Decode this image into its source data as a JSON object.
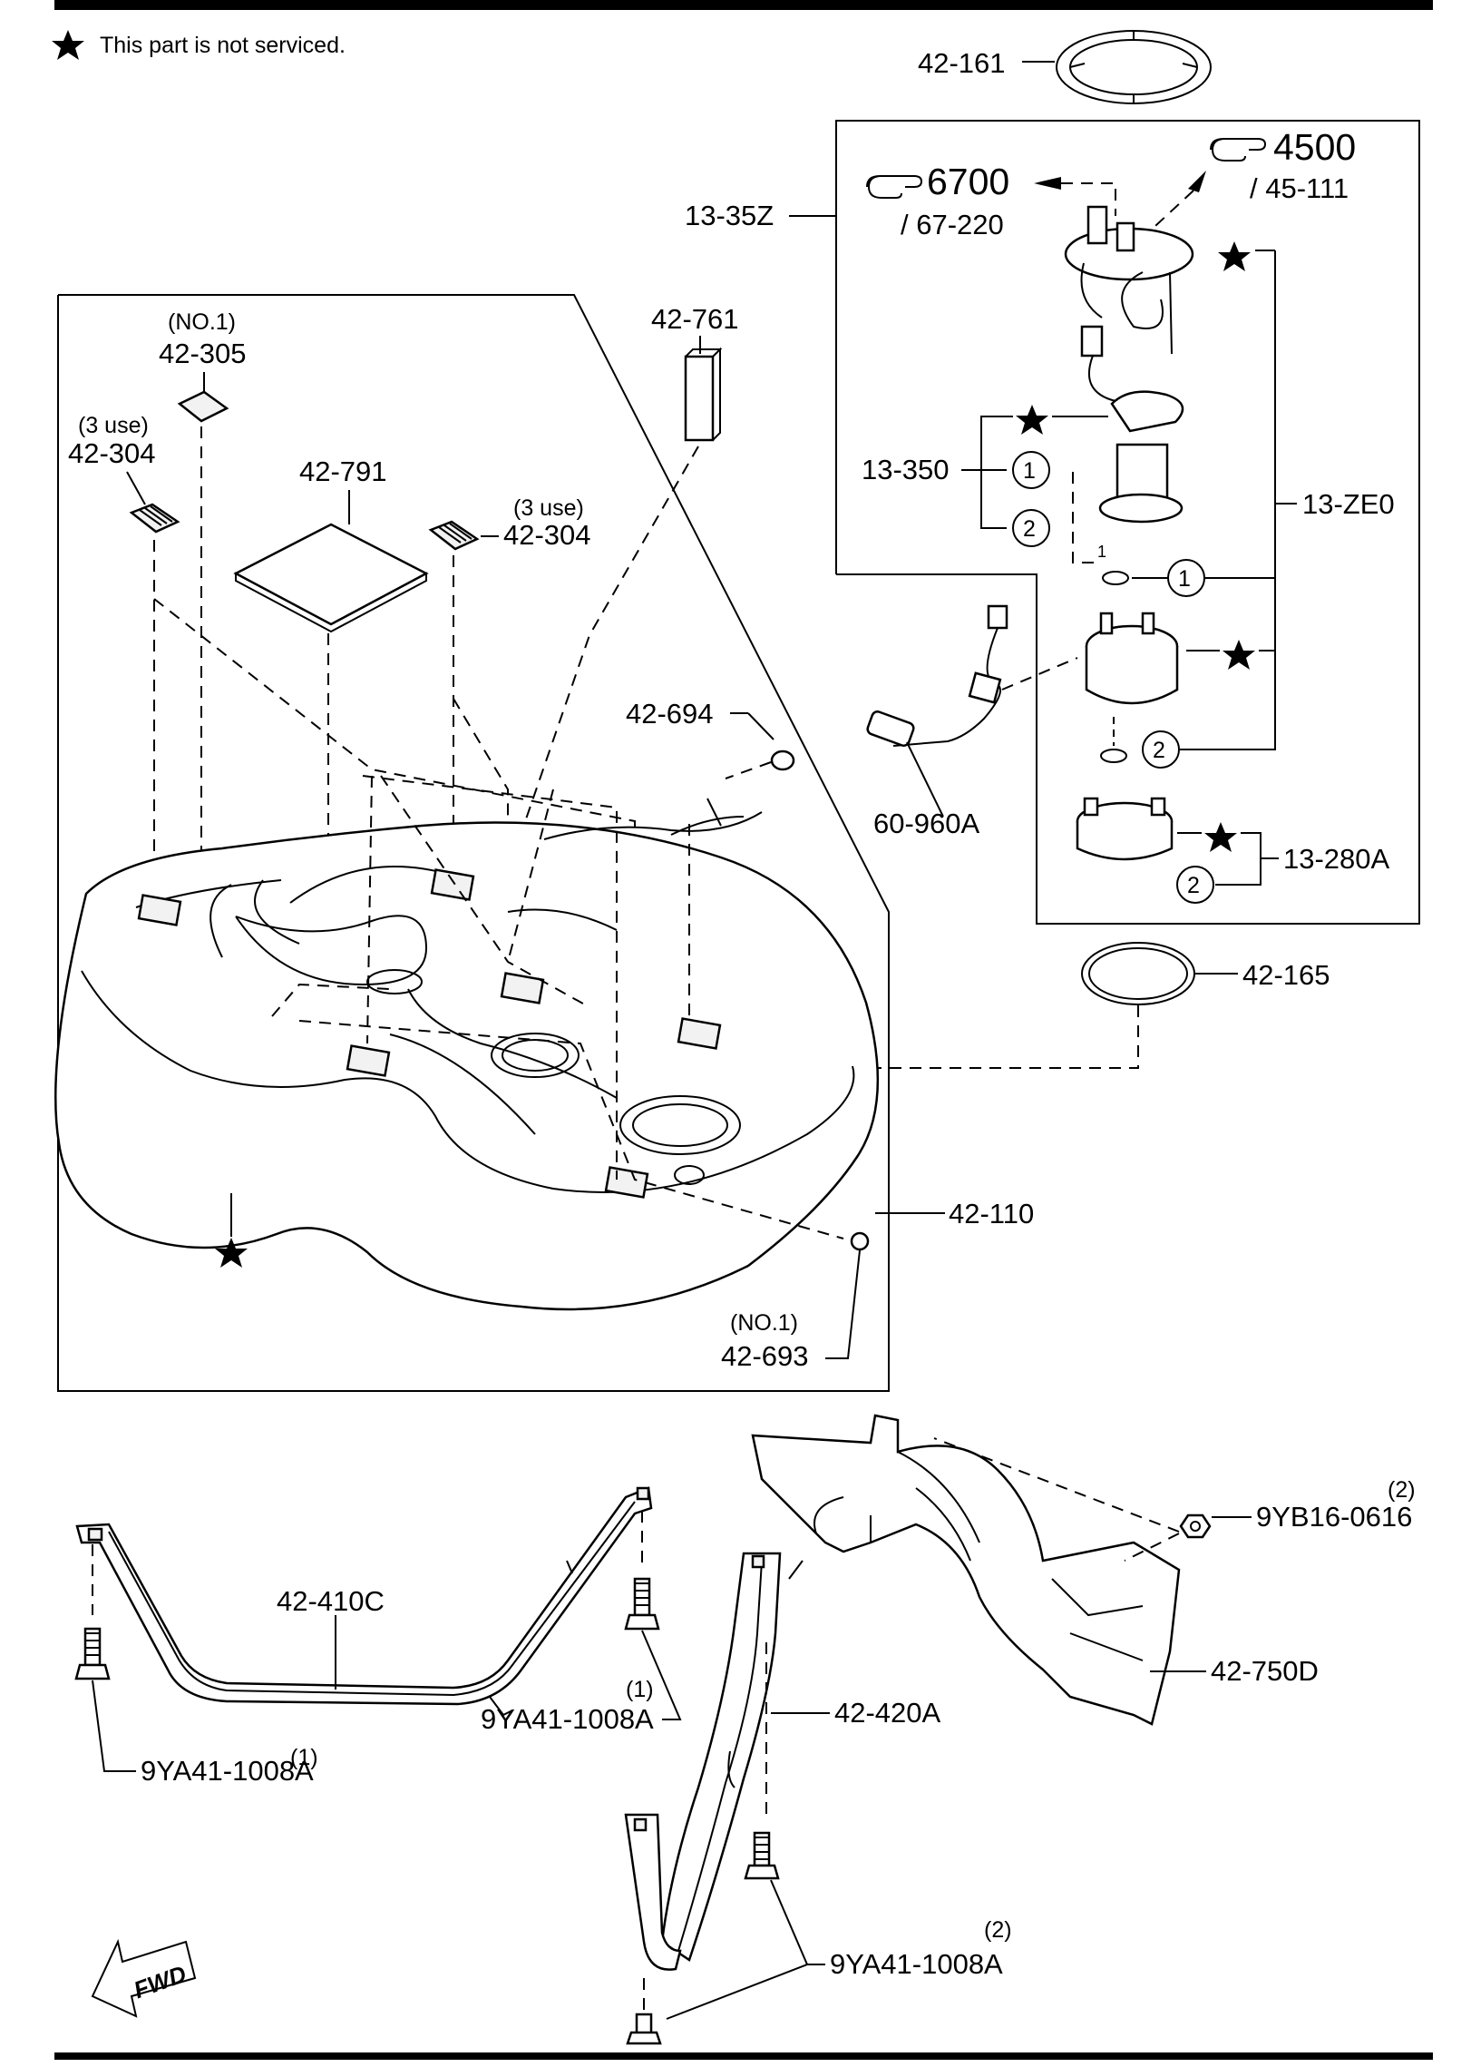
{
  "legend": {
    "note": "This part is not serviced."
  },
  "ref_numbers": {
    "pump_ref": "4500",
    "pump_ref_sub": "/ 45-111",
    "hose_ref": "6700",
    "hose_ref_sub": "/ 67-220"
  },
  "callouts": {
    "c42161": "42-161",
    "c1335Z": "13-35Z",
    "c13350": "13-350",
    "c13ZE0": "13-ZE0",
    "c13280A": "13-280A",
    "c60960A": "60-960A",
    "c42165": "42-165",
    "c42761": "42-761",
    "c42305_qty": "(NO.1)",
    "c42305": "42-305",
    "c42304a_qty": "(3 use)",
    "c42304a": "42-304",
    "c42791": "42-791",
    "c42304b_qty": "(3 use)",
    "c42304b": "42-304",
    "c42694": "42-694",
    "c42110": "42-110",
    "c42693_qty": "(NO.1)",
    "c42693": "42-693",
    "c42410C": "42-410C",
    "c9YA41a_qty": "(1)",
    "c9YA41a": "9YA41-1008A",
    "c9YA41b_qty": "(1)",
    "c9YA41b": "9YA41-1008A",
    "c42420A": "42-420A",
    "c9YA41c_qty": "(2)",
    "c9YA41c": "9YA41-1008A",
    "c9YB16_qty": "(2)",
    "c9YB16": "9YB16-0616",
    "c42750D": "42-750D"
  },
  "circle_refs": {
    "one": "1",
    "two": "2"
  },
  "fwd": {
    "label": "FWD"
  }
}
